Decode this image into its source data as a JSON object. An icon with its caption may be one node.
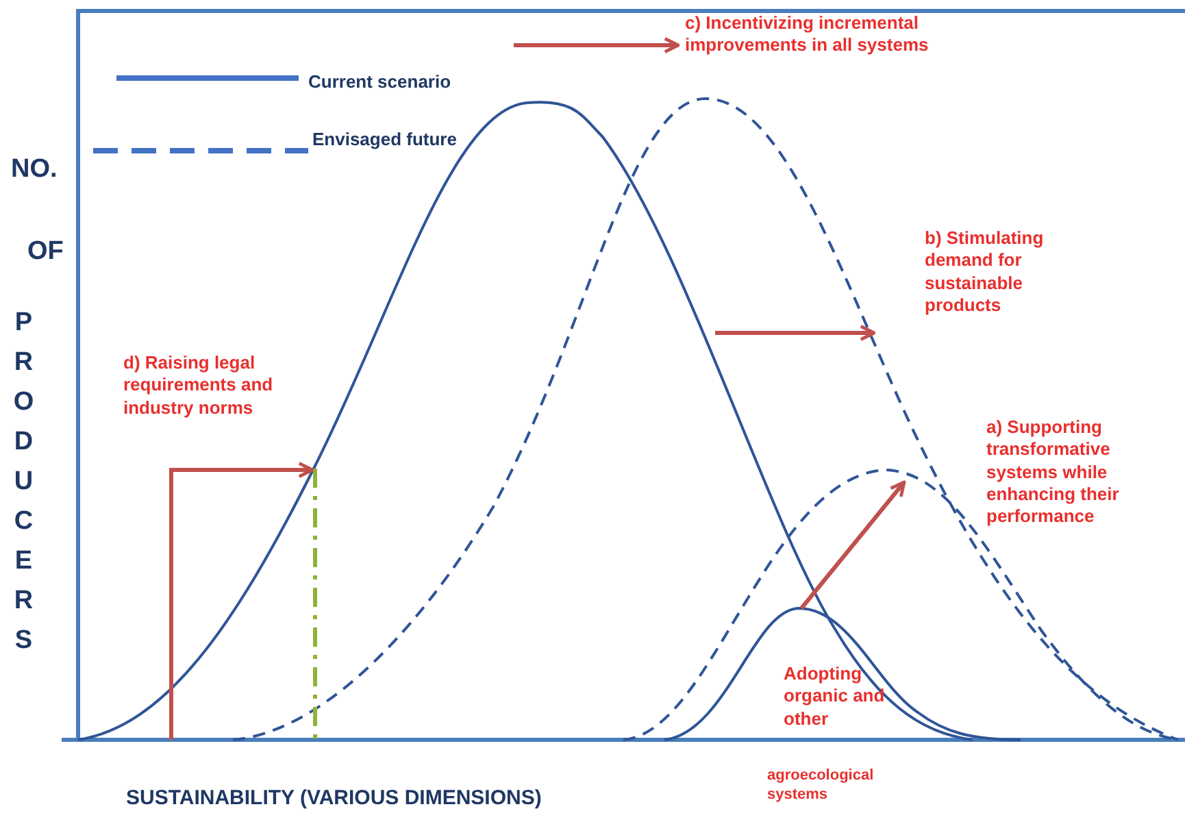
{
  "diagram": {
    "labels": [
      "c) Incentivizing incremental improvements in all systems",
      "NO.",
      "OF",
      "PRODUCERS",
      "b) Stimulating demand for sustainable products",
      "d) Raising legal requirements and industry norms",
      "a) Supporting transformative systems while enhancing their performance",
      "Adopting organic and other",
      "SUSTAINABILITY (VARIOUS DIMENSIONS)",
      "agroecological systems"
    ],
    "legend": [
      {
        "text": "Current scenario"
      },
      {
        "text": "Envisaged future"
      }
    ]
  }
}
